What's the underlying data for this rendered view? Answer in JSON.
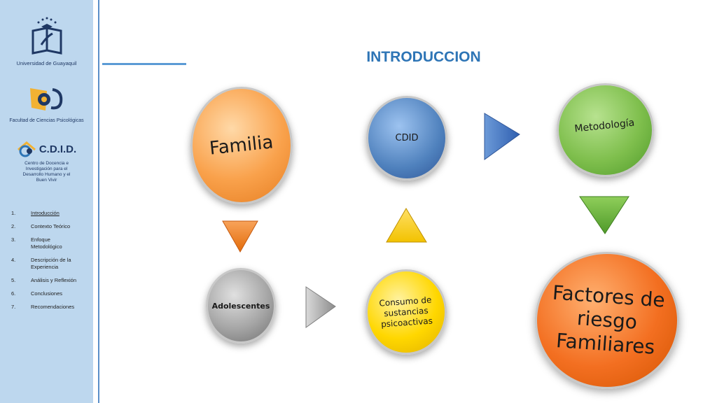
{
  "sidebar": {
    "university": "Universidad de Guayaquil",
    "faculty": "Facultad de Ciencias Psicológicas",
    "cdid_logo": "C.D.I.D.",
    "cdid_caption": "Centro de Docencia e Investigación para el Desarrollo Humano y el Buen Vivir",
    "nav": [
      {
        "num": "1.",
        "label": "Introducción",
        "active": true
      },
      {
        "num": "2.",
        "label": "Contexto Teórico"
      },
      {
        "num": "3.",
        "label": "Enfoque Metodológico"
      },
      {
        "num": "4.",
        "label": "Descripción de la Experiencia"
      },
      {
        "num": "5.",
        "label": "Análisis y Reflexión"
      },
      {
        "num": "6.",
        "label": "Conclusiones"
      },
      {
        "num": "7.",
        "label": "Recomendaciones"
      }
    ]
  },
  "slide": {
    "title": "INTRODUCCION",
    "nodes": {
      "familia": "Familia",
      "cdid": "CDID",
      "metodologia": "Metodología",
      "adolescentes": "Adolescentes",
      "consumo": "Consumo de sustancias psicoactivas",
      "factores": "Factores de riesgo Familiares"
    }
  },
  "colors": {
    "sidebar_bg": "#bdd7ee",
    "title": "#2e75b6",
    "orange": "#f79646",
    "blue": "#4f81bd",
    "green": "#7fbf4d",
    "gray": "#a6a6a6",
    "yellow": "#ffd700",
    "deep_orange": "#f36f21"
  }
}
